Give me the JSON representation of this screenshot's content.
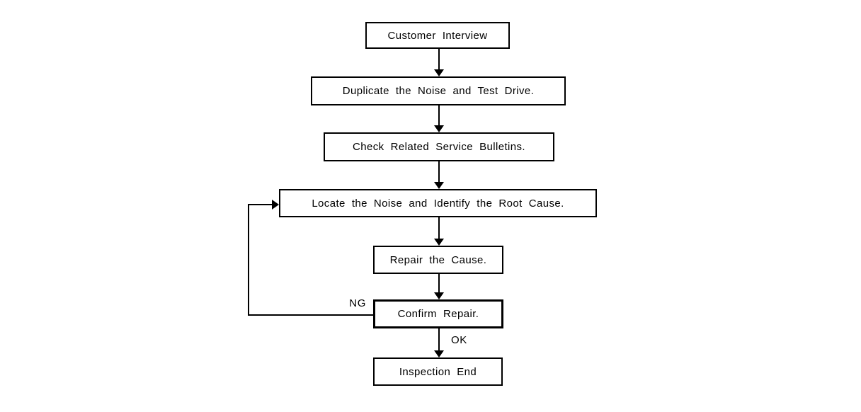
{
  "diagram": {
    "type": "flowchart",
    "nodes": [
      {
        "id": "customer-interview",
        "label": "Customer Interview"
      },
      {
        "id": "duplicate-noise",
        "label": "Duplicate the Noise and Test Drive."
      },
      {
        "id": "check-bulletins",
        "label": "Check Related Service Bulletins."
      },
      {
        "id": "locate-noise",
        "label": "Locate the Noise and Identify the Root Cause."
      },
      {
        "id": "repair-cause",
        "label": "Repair the Cause."
      },
      {
        "id": "confirm-repair",
        "label": "Confirm Repair.",
        "emphasis": "bold-border"
      },
      {
        "id": "inspection-end",
        "label": "Inspection End"
      }
    ],
    "edges": [
      {
        "from": "customer-interview",
        "to": "duplicate-noise",
        "label": ""
      },
      {
        "from": "duplicate-noise",
        "to": "check-bulletins",
        "label": ""
      },
      {
        "from": "check-bulletins",
        "to": "locate-noise",
        "label": ""
      },
      {
        "from": "locate-noise",
        "to": "repair-cause",
        "label": ""
      },
      {
        "from": "repair-cause",
        "to": "confirm-repair",
        "label": ""
      },
      {
        "from": "confirm-repair",
        "to": "locate-noise",
        "label": "NG"
      },
      {
        "from": "confirm-repair",
        "to": "inspection-end",
        "label": "OK"
      }
    ],
    "colors": {
      "line": "#000000",
      "text": "#000000",
      "box_background": "#ffffff",
      "page_background": "#ffffff"
    }
  }
}
